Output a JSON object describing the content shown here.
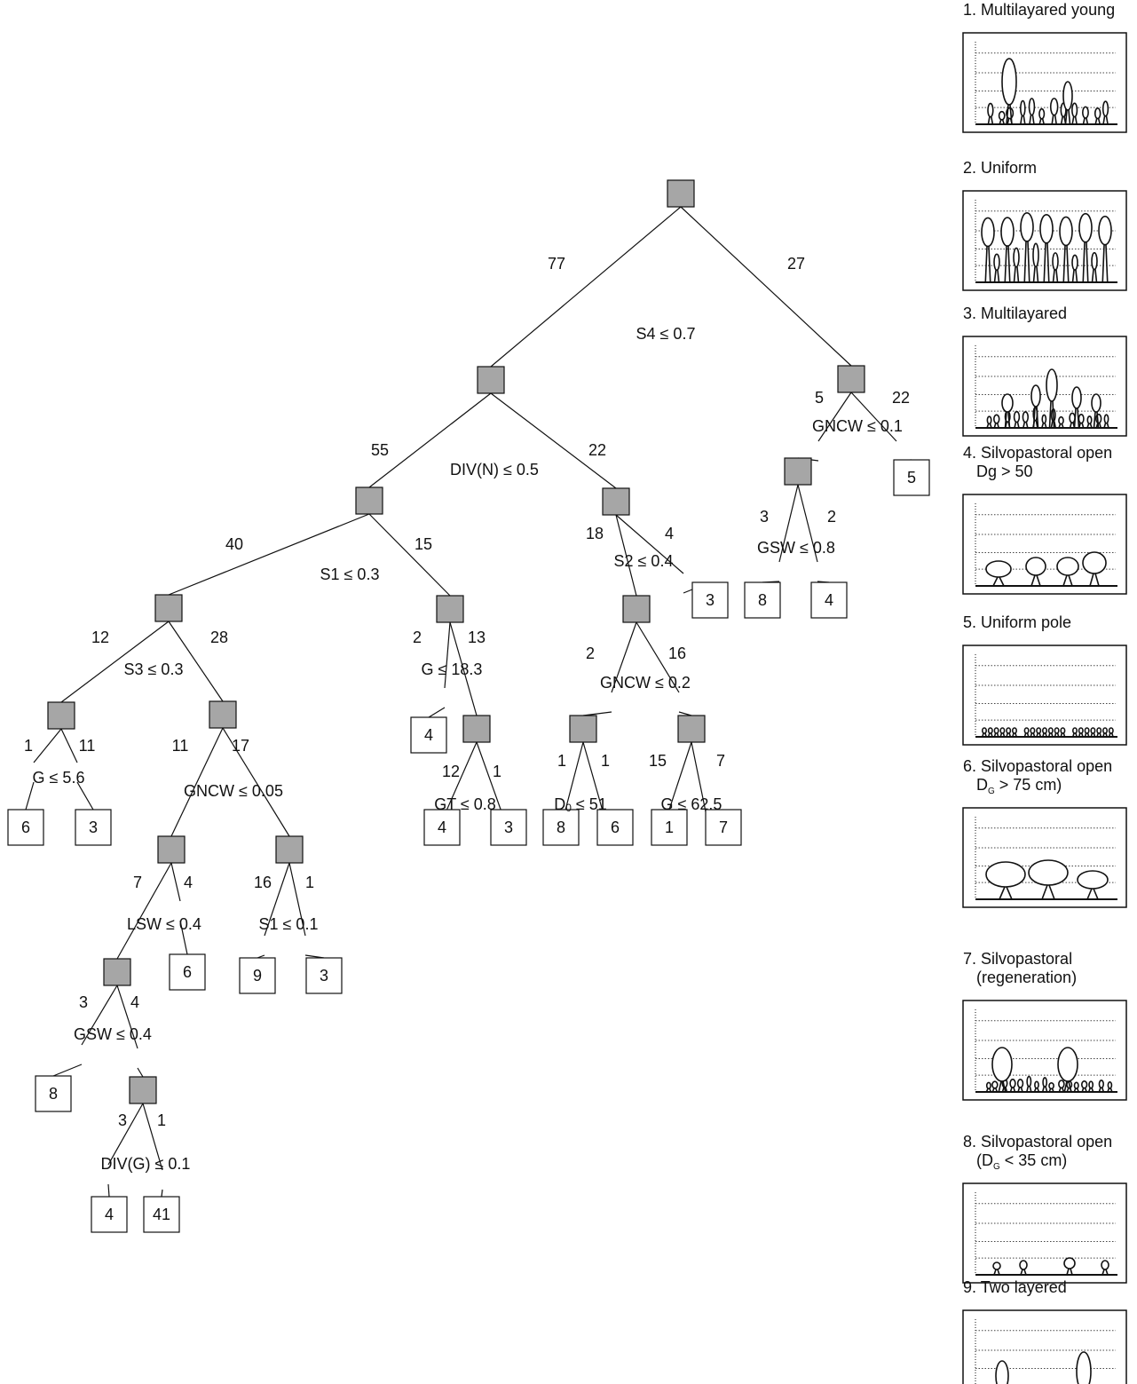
{
  "tree": {
    "internal_nodes": [
      {
        "id": "root",
        "split": "S4 ≤ 0.7",
        "left_count": "77",
        "right_count": "27"
      },
      {
        "id": "n1",
        "split": "DIV(N) ≤ 0.5",
        "left_count": "55",
        "right_count": "22"
      },
      {
        "id": "n2",
        "split": "S1 ≤ 0.3",
        "left_count": "40",
        "right_count": "15"
      },
      {
        "id": "n3",
        "split": "S3 ≤ 0.3",
        "left_count": "12",
        "right_count": "28"
      },
      {
        "id": "n4",
        "split": "G ≤ 5.6",
        "left_count": "1",
        "right_count": "11"
      },
      {
        "id": "n5",
        "split": "GNCW ≤ 0.05",
        "left_count": "11",
        "right_count": "17"
      },
      {
        "id": "n6",
        "split": "LSW ≤ 0.4",
        "left_count": "7",
        "right_count": "4"
      },
      {
        "id": "n7",
        "split": "GSW ≤ 0.4",
        "left_count": "3",
        "right_count": "4"
      },
      {
        "id": "n8",
        "split": "DIV(G) ≤ 0.1",
        "left_count": "3",
        "right_count": "1"
      },
      {
        "id": "n9",
        "split": "S1 ≤ 0.1",
        "left_count": "16",
        "right_count": "1"
      },
      {
        "id": "n10",
        "split": "G ≤ 18.3",
        "left_count": "2",
        "right_count": "13"
      },
      {
        "id": "n11",
        "split": "GT ≤ 0.8",
        "left_count": "12",
        "right_count": "1"
      },
      {
        "id": "n12",
        "split": "S2 ≤ 0.4",
        "left_count": "18",
        "right_count": "4"
      },
      {
        "id": "n13",
        "split": "GNCW ≤ 0.2",
        "left_count": "2",
        "right_count": "16"
      },
      {
        "id": "n14",
        "split_prefix": "D",
        "split_sub": "0",
        "split_suffix": " ≤ 51",
        "left_count": "1",
        "right_count": "1"
      },
      {
        "id": "n15",
        "split": "G ≤ 62.5",
        "left_count": "15",
        "right_count": "7"
      },
      {
        "id": "n16",
        "split": "GNCW ≤ 0.1",
        "left_count": "5",
        "right_count": "22"
      },
      {
        "id": "n17",
        "split": "GSW ≤ 0.8",
        "left_count": "3",
        "right_count": "2"
      }
    ],
    "leaves": [
      {
        "id": "L_n4_l",
        "class": "6"
      },
      {
        "id": "L_n4_r",
        "class": "3"
      },
      {
        "id": "L_n6_r",
        "class": "6"
      },
      {
        "id": "L_n7_l",
        "class": "8"
      },
      {
        "id": "L_n8_l",
        "class": "4"
      },
      {
        "id": "L_n8_r",
        "class": "41"
      },
      {
        "id": "L_n9_l",
        "class": "9"
      },
      {
        "id": "L_n9_r",
        "class": "3"
      },
      {
        "id": "L_n10_l",
        "class": "4"
      },
      {
        "id": "L_n11_l",
        "class": "4"
      },
      {
        "id": "L_n11_r",
        "class": "3"
      },
      {
        "id": "L_n12_r",
        "class": "3"
      },
      {
        "id": "L_n14_l",
        "class": "8"
      },
      {
        "id": "L_n14_r",
        "class": "6"
      },
      {
        "id": "L_n15_l",
        "class": "1"
      },
      {
        "id": "L_n15_r",
        "class": "7"
      },
      {
        "id": "L_n16_r",
        "class": "5"
      },
      {
        "id": "L_n17_l",
        "class": "8"
      },
      {
        "id": "L_n17_r",
        "class": "4"
      }
    ]
  },
  "legend": [
    {
      "lines": [
        "1.  Multilayared young"
      ],
      "style": "multiyoung"
    },
    {
      "lines": [
        "2.  Uniform"
      ],
      "style": "uniform"
    },
    {
      "lines": [
        "3.  Multilayared"
      ],
      "style": "multi"
    },
    {
      "lines": [
        "4.  Silvopastoral open",
        "Dg > 50"
      ],
      "style": "silvo50"
    },
    {
      "lines": [
        "5.  Uniform pole"
      ],
      "style": "pole"
    },
    {
      "lines": [
        "6.  Silvopastoral open",
        "D_G > 75 cm)"
      ],
      "style": "silvo75"
    },
    {
      "lines": [
        "7.  Silvopastoral",
        "(regeneration)"
      ],
      "style": "regen"
    },
    {
      "lines": [
        "8.  Silvopastoral open",
        "(D_G < 35 cm)"
      ],
      "style": "silvo35"
    },
    {
      "lines": [
        "9.  Two layered"
      ],
      "style": "two"
    }
  ],
  "colors": {
    "split_node_fill": "#a6a6a6",
    "leaf_fill": "#ffffff",
    "stroke": "#111111",
    "grid": "#444444"
  }
}
